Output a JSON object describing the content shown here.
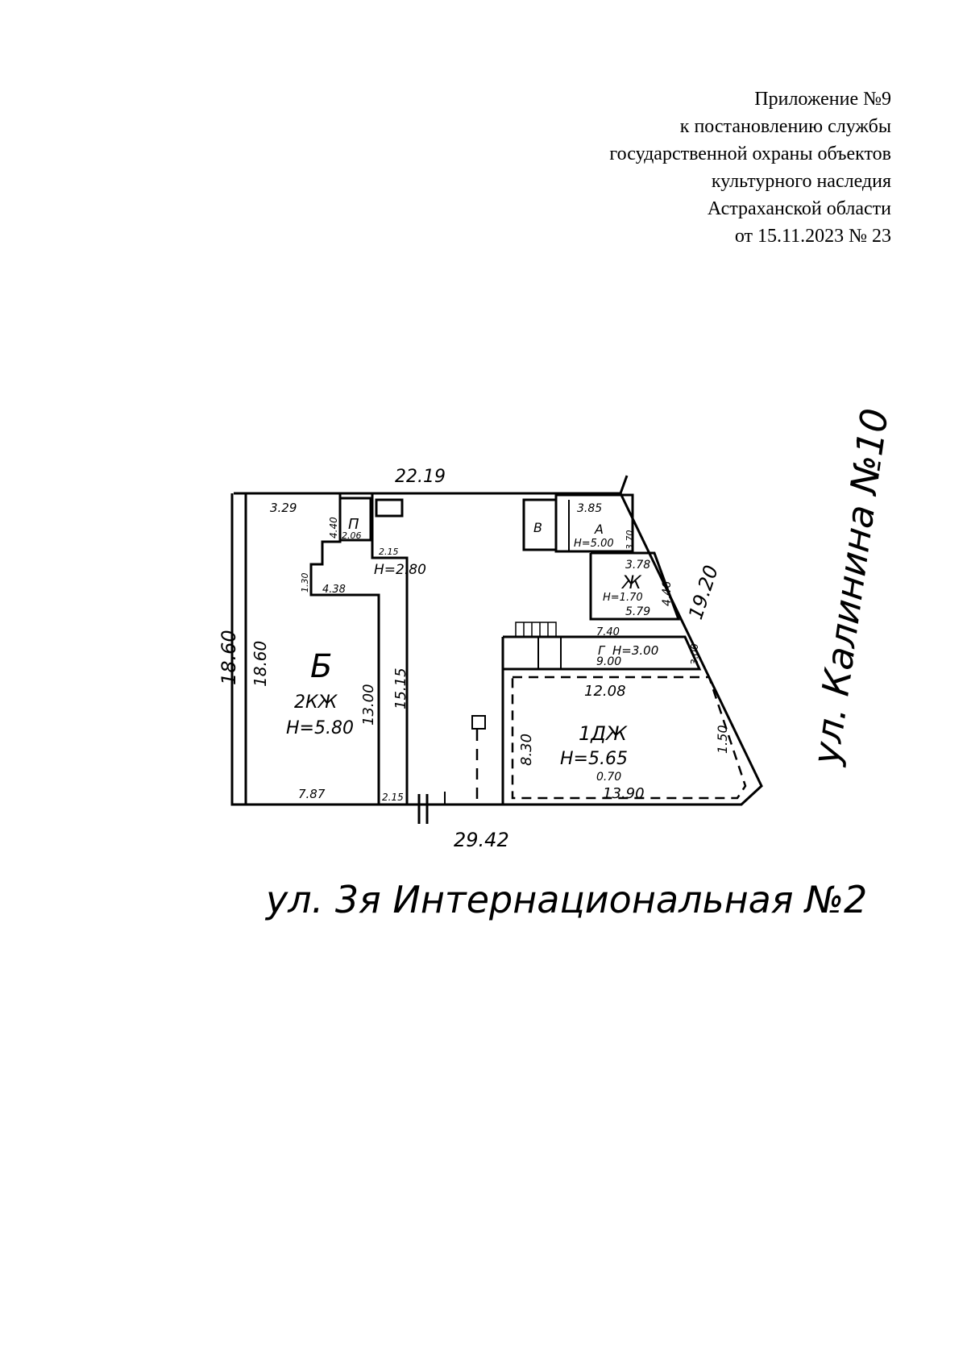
{
  "header": {
    "line1": "Приложение №9",
    "line2": "к постановлению службы",
    "line3": "государственной охраны объектов",
    "line4": "культурного наследия",
    "line5": "Астраханской области",
    "line6": "от 15.11.2023 № 23"
  },
  "plan": {
    "street_bottom": "ул. 3я Интернациональная №2",
    "street_right": "ул. Калинина №10",
    "dims": {
      "top_total": "22.19",
      "bottom_total": "29.42",
      "left_outer": "18.60",
      "left_inner": "18.60",
      "right_diag": "19.20",
      "top_left": "3.29",
      "bottom_left": "7.87",
      "bottom_mid": "2.15",
      "a_vert": "13.00",
      "b_vert": "15.15",
      "small_440": "4.40",
      "small_206": "2.06",
      "small_215": "2.15",
      "small_130": "1.30",
      "small_438": "4.38",
      "d_top": "12.08",
      "d_bottom": "13.90",
      "d_left": "8.30",
      "d_right": "1.50",
      "g_top": "7.40",
      "g_bottom": "9.00",
      "g_right": "3.00",
      "zh_top": "3.78",
      "zh_bottom": "5.79",
      "zh_side": "4.46",
      "top_right_385": "3.85",
      "top_right_370": "3.70",
      "h280": "H=2.80",
      "h500": "H=5.00",
      "h170": "H=1.70",
      "h300": "H=3.00"
    },
    "labels": {
      "lit_b": "Б",
      "lit_b_kind": "2КЖ",
      "lit_b_height": "H=5.80",
      "lit_d": "1ДЖ",
      "lit_d_height": "H=5.65",
      "lit_d_sub": "0.70",
      "lit_zh": "Ж",
      "lit_g": "Г",
      "lit_p": "П",
      "lit_a": "А",
      "lit_v": "В"
    }
  }
}
